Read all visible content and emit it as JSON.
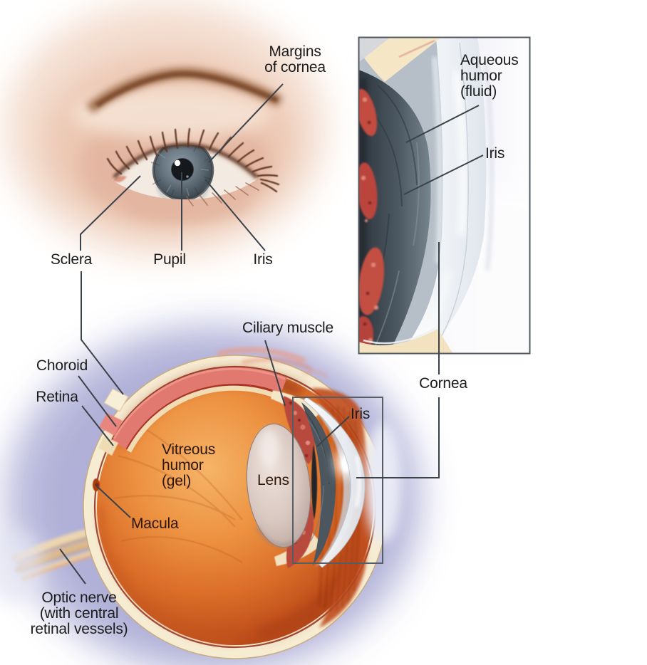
{
  "labels": {
    "margins_of_cornea": "Margins\nof cornea",
    "sclera": "Sclera",
    "pupil": "Pupil",
    "iris_photo": "Iris",
    "aqueous_humor": "Aqueous\nhumor\n(fluid)",
    "iris_inset": "Iris",
    "cornea": "Cornea",
    "ciliary_muscle": "Ciliary muscle",
    "choroid": "Choroid",
    "retina": "Retina",
    "vitreous_humor": "Vitreous\nhumor\n(gel)",
    "lens": "Lens",
    "iris_cutaway": "Iris",
    "macula": "Macula",
    "optic_nerve": "Optic nerve\n(with central\nretinal vessels)"
  },
  "colors": {
    "label_text": "#1c1c1c",
    "on_orange_text": "#2e1708",
    "connector_line": "#3b424a",
    "sclera_cream": "#f6ecd2",
    "choroid_pink": "#e27970",
    "vitreous_orange": "#e08232",
    "ciliary_red": "#b8483c",
    "iris_slate": "#4b565f",
    "lens_grey": "#d8cac5",
    "cornea_light": "#e9edf3",
    "glow_lavender": "#b1b1d8",
    "inset_background": "#e6e6f1",
    "skin_tone": "#ecc8b4",
    "photo_iris_grey_blue": "#6b7984"
  }
}
